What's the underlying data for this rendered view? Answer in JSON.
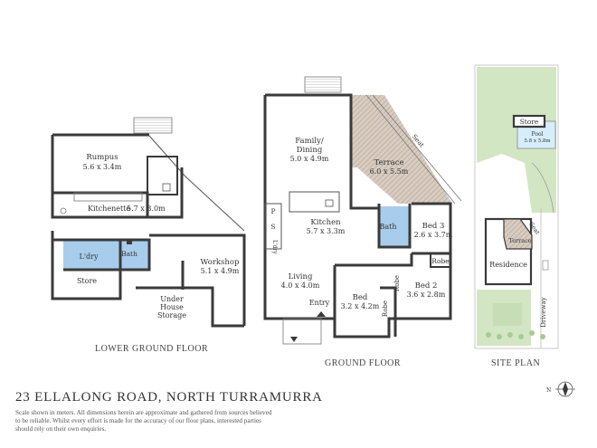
{
  "address": "23 ELLALONG ROAD, NORTH TURRAMURRA",
  "disclaimer": "Scale shown in meters. All dimensions herein are approximate and gathered from sources believed to be reliable. Whilst every effort is made for the accuracy of our floor plans, interested parties should rely on their own enquiries.",
  "colors": {
    "wall": "#3a3a3a",
    "terrace": "#b9a89a",
    "wet_area": "#a8cdec",
    "deck_stripe": "#c8b8a8",
    "lawn": "#d3e6c4",
    "pool": "#d6eefb",
    "road": "#ffffff"
  },
  "compass": {
    "label": "N",
    "icon": "north-arrow-icon"
  },
  "lower_ground_floor": {
    "title": "LOWER GROUND FLOOR",
    "rooms": [
      {
        "name": "Rumpus",
        "dim": "5.6 x 3.4m"
      },
      {
        "name": "Kitchenette",
        "dim": "5.7 x 3.0m"
      },
      {
        "name": "L'dry"
      },
      {
        "name": "Bath"
      },
      {
        "name": "Store"
      },
      {
        "name": "Workshop",
        "dim": "5.1 x 4.9m"
      },
      {
        "name": "Under",
        "line2": "House",
        "line3": "Storage"
      }
    ]
  },
  "ground_floor": {
    "title": "GROUND FLOOR",
    "rooms": [
      {
        "name": "Family/",
        "line2": "Dining",
        "dim": "5.0 x 4.9m"
      },
      {
        "name": "Terrace",
        "dim": "6.0 x 5.5m"
      },
      {
        "name": "Seat"
      },
      {
        "name": "Kitchen",
        "dim": "5.7 x 3.3m"
      },
      {
        "name": "P"
      },
      {
        "name": "S"
      },
      {
        "name": "L'dry"
      },
      {
        "name": "Bath"
      },
      {
        "name": "Bed 3",
        "dim": "2.6 x 3.7m"
      },
      {
        "name": "Robe"
      },
      {
        "name": "Living",
        "dim": "4.0 x 4.0m"
      },
      {
        "name": "Entry"
      },
      {
        "name": "Bed",
        "dim": "3.2 x 4.2m"
      },
      {
        "name": "Robe"
      },
      {
        "name": "Robe"
      },
      {
        "name": "Bed 2",
        "dim": "3.6 x 2.8m"
      }
    ]
  },
  "site_plan": {
    "title": "SITE PLAN",
    "labels": [
      {
        "name": "Store"
      },
      {
        "name": "Pool",
        "dim": "5.8 x 5.8m"
      },
      {
        "name": "Seat"
      },
      {
        "name": "Terrace"
      },
      {
        "name": "Residence"
      },
      {
        "name": "Driveway"
      }
    ]
  }
}
